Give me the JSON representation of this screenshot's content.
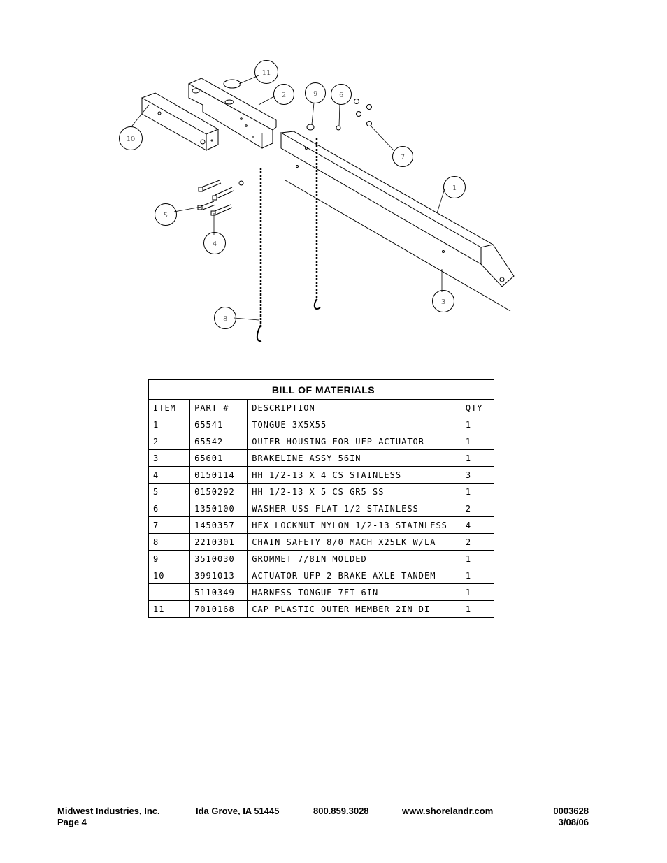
{
  "callouts": [
    "11",
    "2",
    "9",
    "6",
    "10",
    "7",
    "1",
    "5",
    "4",
    "3",
    "8"
  ],
  "bom": {
    "title": "BILL OF MATERIALS",
    "headers": [
      "ITEM",
      "PART #",
      "DESCRIPTION",
      "QTY"
    ],
    "rows": [
      [
        "1",
        "65541",
        "TONGUE 3X5X55",
        "1"
      ],
      [
        "2",
        "65542",
        "OUTER HOUSING FOR UFP ACTUATOR",
        "1"
      ],
      [
        "3",
        "65601",
        "BRAKELINE ASSY  56IN",
        "1"
      ],
      [
        "4",
        "0150114",
        "HH 1/2-13 X 4 CS STAINLESS",
        "3"
      ],
      [
        "5",
        "0150292",
        "HH 1/2-13 X 5 CS GR5 SS",
        "1"
      ],
      [
        "6",
        "1350100",
        "WASHER USS FLAT 1/2 STAINLESS",
        "2"
      ],
      [
        "7",
        "1450357",
        "HEX LOCKNUT NYLON 1/2-13 STAINLESS",
        "4"
      ],
      [
        "8",
        "2210301",
        "CHAIN SAFETY 8/0 MACH X25LK W/LA",
        "2"
      ],
      [
        "9",
        "3510030",
        "GROMMET  7/8IN MOLDED",
        "1"
      ],
      [
        "10",
        "3991013",
        "ACTUATOR UFP 2 BRAKE AXLE TANDEM",
        "1"
      ],
      [
        "-",
        "5110349",
        "HARNESS  TONGUE 7FT 6IN",
        "1"
      ],
      [
        "11",
        "7010168",
        "CAP  PLASTIC OUTER MEMBER 2IN DI",
        "1"
      ]
    ]
  },
  "footer": {
    "company": "Midwest Industries, Inc.",
    "page": "Page 4",
    "location": "Ida Grove, IA  51445",
    "phone": "800.859.3028",
    "website": "www.shorelandr.com",
    "doc_number": "0003628",
    "date": "3/08/06"
  }
}
